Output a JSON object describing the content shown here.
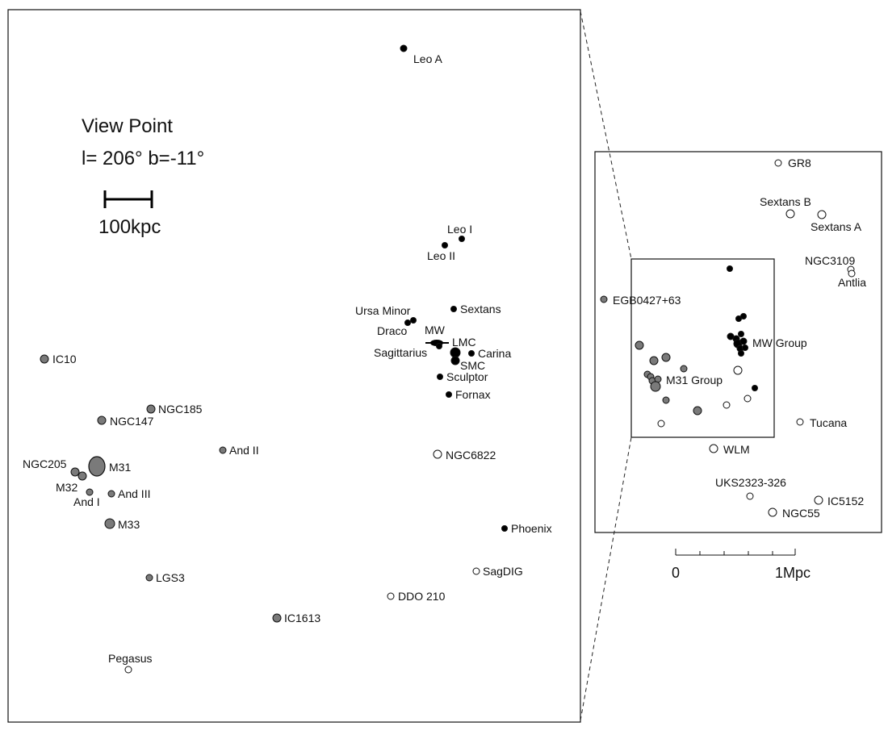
{
  "colors": {
    "black": "#000000",
    "grey": "#7a7a7a",
    "open": "#ffffff",
    "stroke": "#111111"
  },
  "view_point": {
    "title": "View Point",
    "coords": "l= 206° b=-11°"
  },
  "scale_main": {
    "label": "100kpc"
  },
  "scale_inset": {
    "label_0": "0",
    "label_1": "1Mpc"
  },
  "main_galaxies": [
    {
      "id": "leo-a",
      "label": "Leo A",
      "type": "black"
    },
    {
      "id": "leo-i",
      "label": "Leo I",
      "type": "black"
    },
    {
      "id": "leo-ii",
      "label": "Leo II",
      "type": "black"
    },
    {
      "id": "sextans",
      "label": "Sextans",
      "type": "black"
    },
    {
      "id": "ursa-minor",
      "label": "Ursa Minor",
      "type": "black"
    },
    {
      "id": "draco",
      "label": "Draco",
      "type": "black"
    },
    {
      "id": "mw",
      "label": "MW",
      "type": "black"
    },
    {
      "id": "lmc",
      "label": "LMC",
      "type": "black"
    },
    {
      "id": "sagittarius",
      "label": "Sagittarius",
      "type": "black"
    },
    {
      "id": "carina",
      "label": "Carina",
      "type": "black"
    },
    {
      "id": "smc",
      "label": "SMC",
      "type": "black"
    },
    {
      "id": "sculptor",
      "label": "Sculptor",
      "type": "black"
    },
    {
      "id": "fornax",
      "label": "Fornax",
      "type": "black"
    },
    {
      "id": "ic10",
      "label": "IC10",
      "type": "grey"
    },
    {
      "id": "ngc185",
      "label": "NGC185",
      "type": "grey"
    },
    {
      "id": "ngc147",
      "label": "NGC147",
      "type": "grey"
    },
    {
      "id": "and-ii",
      "label": "And II",
      "type": "grey"
    },
    {
      "id": "ngc6822",
      "label": "NGC6822",
      "type": "open"
    },
    {
      "id": "ngc205",
      "label": "NGC205",
      "type": "grey"
    },
    {
      "id": "m31",
      "label": "M31",
      "type": "grey"
    },
    {
      "id": "m32",
      "label": "M32",
      "type": "grey"
    },
    {
      "id": "and-iii",
      "label": "And III",
      "type": "grey"
    },
    {
      "id": "and-i",
      "label": "And I",
      "type": "grey"
    },
    {
      "id": "m33",
      "label": "M33",
      "type": "grey"
    },
    {
      "id": "phoenix",
      "label": "Phoenix",
      "type": "black"
    },
    {
      "id": "sagdig",
      "label": "SagDIG",
      "type": "open"
    },
    {
      "id": "lgs3",
      "label": "LGS3",
      "type": "grey"
    },
    {
      "id": "ddo-210",
      "label": "DDO 210",
      "type": "open"
    },
    {
      "id": "ic1613",
      "label": "IC1613",
      "type": "grey"
    },
    {
      "id": "pegasus",
      "label": "Pegasus",
      "type": "open"
    }
  ],
  "inset_labels": [
    {
      "id": "gr8",
      "label": "GR8"
    },
    {
      "id": "sextans-b",
      "label": "Sextans B"
    },
    {
      "id": "sextans-a",
      "label": "Sextans A"
    },
    {
      "id": "ngc3109",
      "label": "NGC3109"
    },
    {
      "id": "antlia",
      "label": "Antlia"
    },
    {
      "id": "egb0427",
      "label": "EGB0427+63"
    },
    {
      "id": "mw-group",
      "label": "MW Group"
    },
    {
      "id": "m31-group",
      "label": "M31 Group"
    },
    {
      "id": "tucana",
      "label": "Tucana"
    },
    {
      "id": "wlm",
      "label": "WLM"
    },
    {
      "id": "uks2323",
      "label": "UKS2323-326"
    },
    {
      "id": "ic5152",
      "label": "IC5152"
    },
    {
      "id": "ngc55",
      "label": "NGC55"
    }
  ]
}
